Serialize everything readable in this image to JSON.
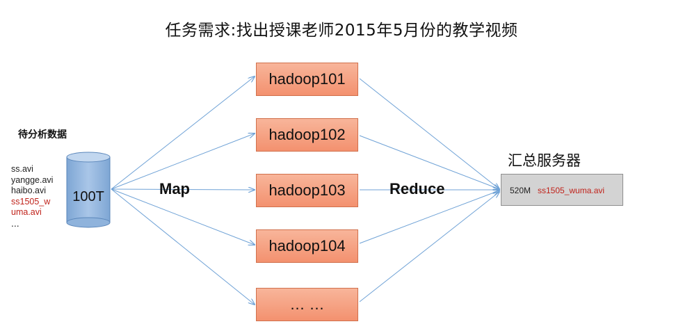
{
  "title": "任务需求:找出授课老师2015年5月份的教学视频",
  "source": {
    "label": "待分析数据",
    "files": [
      {
        "text": "ss.avi",
        "highlight": false
      },
      {
        "text": "yangge.avi",
        "highlight": false
      },
      {
        "text": "haibo.avi",
        "highlight": false
      },
      {
        "text": "ss1505_w",
        "highlight": true
      },
      {
        "text": "uma.avi",
        "highlight": true
      },
      {
        "text": "...",
        "highlight": false
      }
    ],
    "size": "100T"
  },
  "phases": {
    "map": "Map",
    "reduce": "Reduce"
  },
  "nodes": [
    "hadoop101",
    "hadoop102",
    "hadoop103",
    "hadoop104",
    "… …"
  ],
  "server": {
    "label": "汇总服务器",
    "result_size": "520M",
    "result_file": "ss1505_wuma.avi"
  },
  "colors": {
    "node_fill": "#f6a180",
    "arrow": "#6fa2d6",
    "cylinder": "#8fb3dc",
    "highlight_text": "#c0231b",
    "server_fill": "#d3d3d3"
  }
}
